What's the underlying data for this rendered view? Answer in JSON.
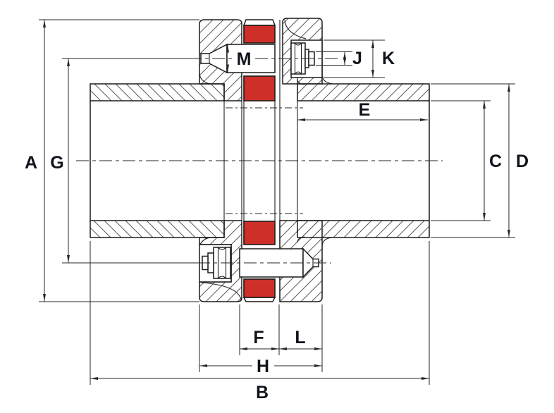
{
  "diagram": {
    "labels": {
      "A": "A",
      "B": "B",
      "C": "C",
      "D": "D",
      "E": "E",
      "F": "F",
      "G": "G",
      "H": "H",
      "J": "J",
      "K": "K",
      "L": "L",
      "M": "M"
    }
  },
  "colors": {
    "bushing_red": "#ce2f28",
    "line": "#1c1c1c",
    "hatch": "#5a5a5a",
    "dim": "#262626",
    "text": "#10131c",
    "background": "#ffffff"
  }
}
